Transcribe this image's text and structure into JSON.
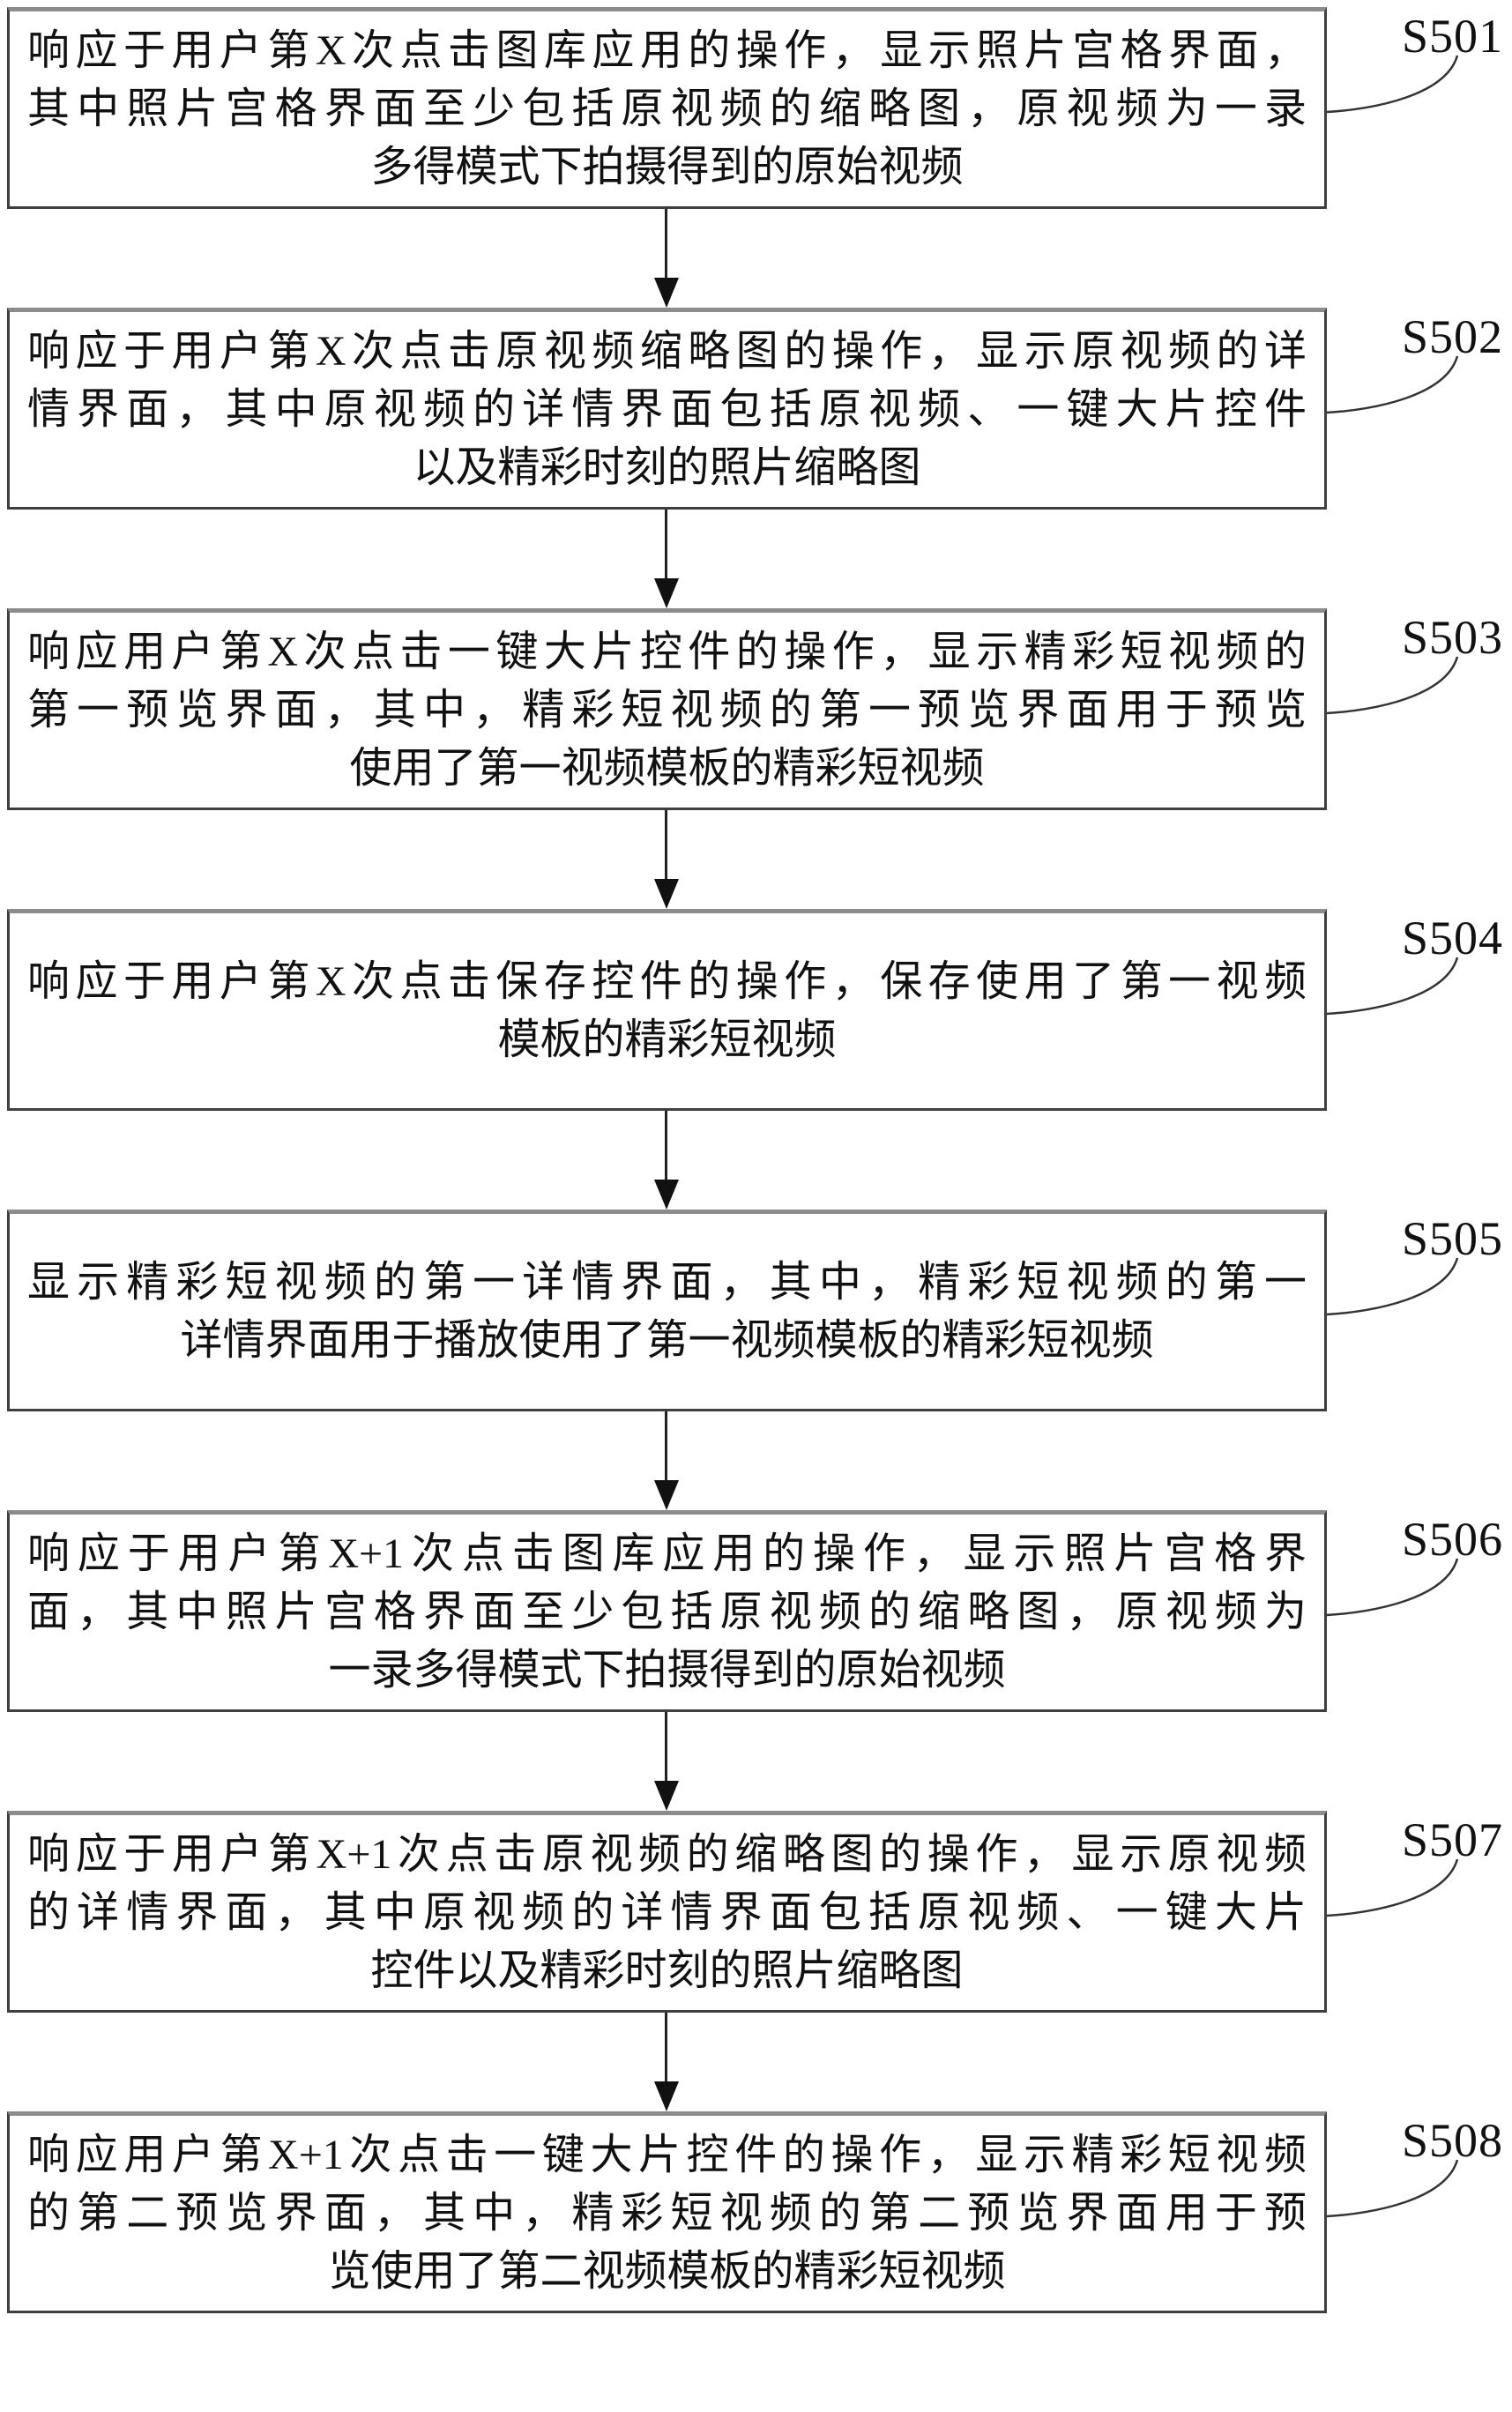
{
  "figure": {
    "type": "flowchart",
    "colors": {
      "ink": "#111111",
      "border": "#3f3f3f",
      "background": "#ffffff"
    },
    "steps": [
      {
        "id": "S501",
        "lines": [
          "响应于用户第X次点击图库应用的操作，显示照片宫格界面，",
          "其中照片宫格界面至少包括原视频的缩略图，原视频为一录",
          "多得模式下拍摄得到的原始视频"
        ]
      },
      {
        "id": "S502",
        "lines": [
          "响应于用户第X次点击原视频缩略图的操作，显示原视频的详",
          "情界面，其中原视频的详情界面包括原视频、一键大片控件",
          "以及精彩时刻的照片缩略图"
        ]
      },
      {
        "id": "S503",
        "lines": [
          "响应用户第X次点击一键大片控件的操作，显示精彩短视频的",
          "第一预览界面，其中，精彩短视频的第一预览界面用于预览",
          "使用了第一视频模板的精彩短视频"
        ]
      },
      {
        "id": "S504",
        "lines": [
          "响应于用户第X次点击保存控件的操作，保存使用了第一视频",
          "模板的精彩短视频"
        ]
      },
      {
        "id": "S505",
        "lines": [
          "显示精彩短视频的第一详情界面，其中，精彩短视频的第一",
          "详情界面用于播放使用了第一视频模板的精彩短视频"
        ]
      },
      {
        "id": "S506",
        "lines": [
          "响应于用户第X+1次点击图库应用的操作，显示照片宫格界",
          "面，其中照片宫格界面至少包括原视频的缩略图，原视频为",
          "一录多得模式下拍摄得到的原始视频"
        ]
      },
      {
        "id": "S507",
        "lines": [
          "响应于用户第X+1次点击原视频的缩略图的操作，显示原视频",
          "的详情界面，其中原视频的详情界面包括原视频、一键大片",
          "控件以及精彩时刻的照片缩略图"
        ]
      },
      {
        "id": "S508",
        "lines": [
          "响应用户第X+1次点击一键大片控件的操作，显示精彩短视频",
          "的第二预览界面，其中，精彩短视频的第二预览界面用于预",
          "览使用了第二视频模板的精彩短视频"
        ]
      }
    ]
  }
}
